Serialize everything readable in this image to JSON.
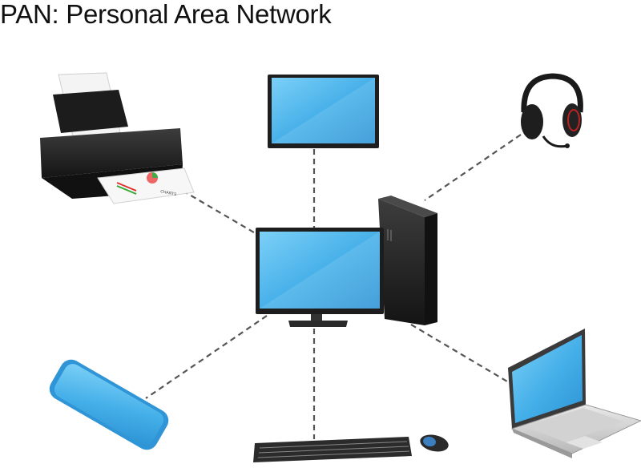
{
  "diagram": {
    "title": "PAN: Personal Area Network",
    "printer_paper_label": "CHARTS",
    "colors": {
      "screen_blue": "#4fb3ea",
      "device_dark": "#2a2a2a",
      "link_dash": "#555555"
    },
    "hub": {
      "name": "desktop-computer"
    },
    "nodes": [
      {
        "name": "printer"
      },
      {
        "name": "monitor"
      },
      {
        "name": "headset"
      },
      {
        "name": "smartphone"
      },
      {
        "name": "keyboard-and-mouse"
      },
      {
        "name": "laptop"
      }
    ]
  }
}
